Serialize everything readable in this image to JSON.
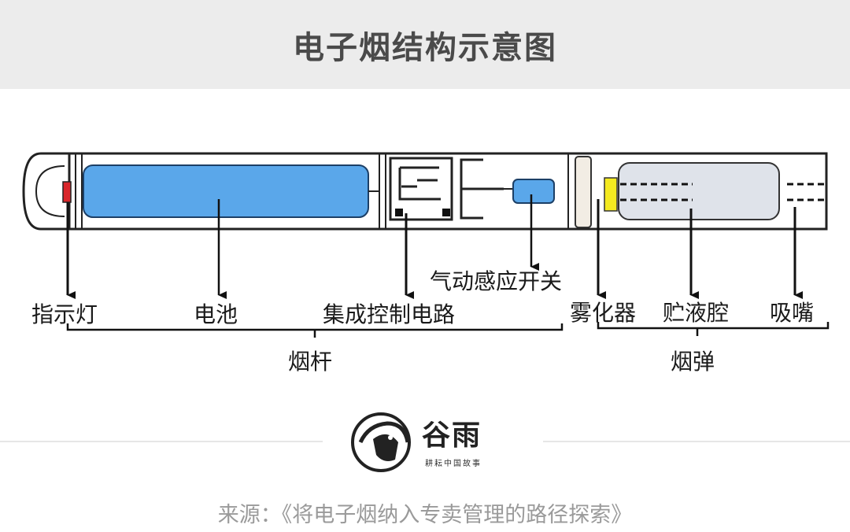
{
  "title": "电子烟结构示意图",
  "labels": {
    "indicator_light": "指示灯",
    "battery": "电池",
    "control_circuit": "集成控制电路",
    "airflow_switch": "气动感应开关",
    "atomizer": "雾化器",
    "liquid_chamber": "贮液腔",
    "mouthpiece": "吸嘴",
    "rod": "烟杆",
    "cartridge": "烟弹"
  },
  "logo": {
    "name": "谷雨",
    "tagline": "耕耘中国故事"
  },
  "source": "来源：《将电子烟纳入专卖管理的路径探索》",
  "colors": {
    "battery_fill": "#5aa7ea",
    "switch_fill": "#5aa7ea",
    "indicator_fill": "#d9262b",
    "atomizer_fill": "#f4ea20",
    "liquid_fill": "#dfe3ea",
    "title_bar": "#ececec"
  }
}
